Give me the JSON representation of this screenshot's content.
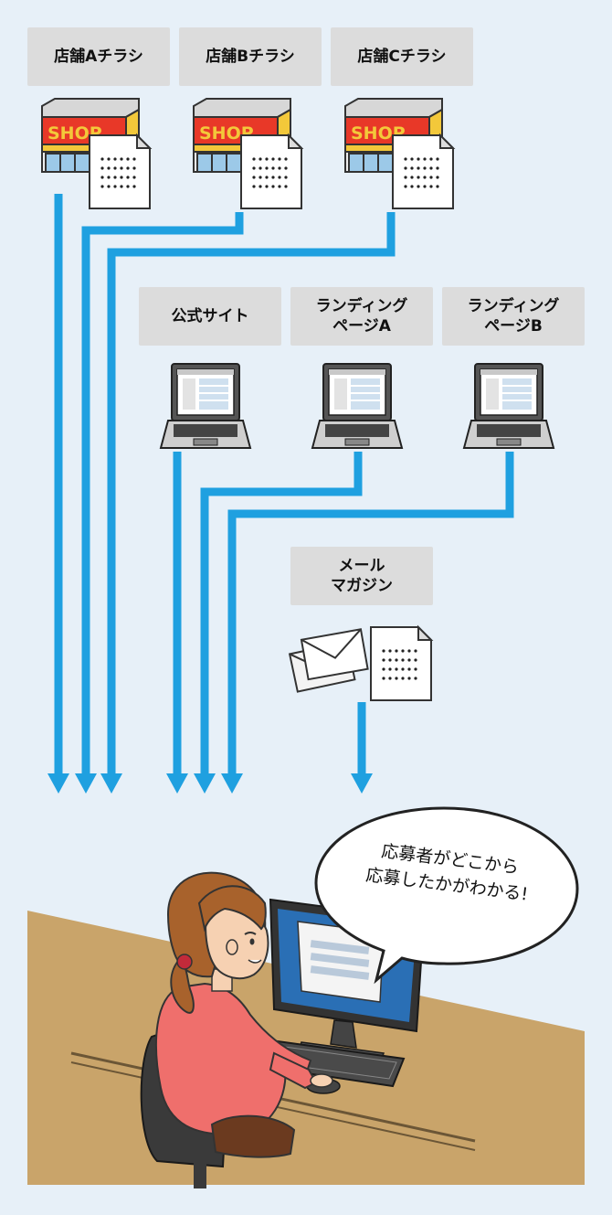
{
  "sources": {
    "flyers": [
      {
        "label": "店舗Aチラシ"
      },
      {
        "label": "店舗Bチラシ"
      },
      {
        "label": "店舗Cチラシ"
      }
    ],
    "shop_sign": "SHOP",
    "web": [
      {
        "label_lines": [
          "公式サイト"
        ]
      },
      {
        "label_lines": [
          "ランディング",
          "ページA"
        ]
      },
      {
        "label_lines": [
          "ランディング",
          "ページB"
        ]
      }
    ],
    "mail": {
      "label_lines": [
        "メール",
        "マガジン"
      ]
    }
  },
  "speech_bubble": {
    "lines": [
      "応募者がどこから",
      "応募したかがわかる!"
    ]
  },
  "colors": {
    "background": "#e7f0f8",
    "label_bg": "#dcdcdc",
    "arrow": "#1fa0e0",
    "desk": "#c9a46a",
    "shop_awning": "#e83828",
    "shop_sign_text": "#f3c83a",
    "shirt": "#ef6f6c",
    "monitor_screen": "#2a6fb5"
  }
}
